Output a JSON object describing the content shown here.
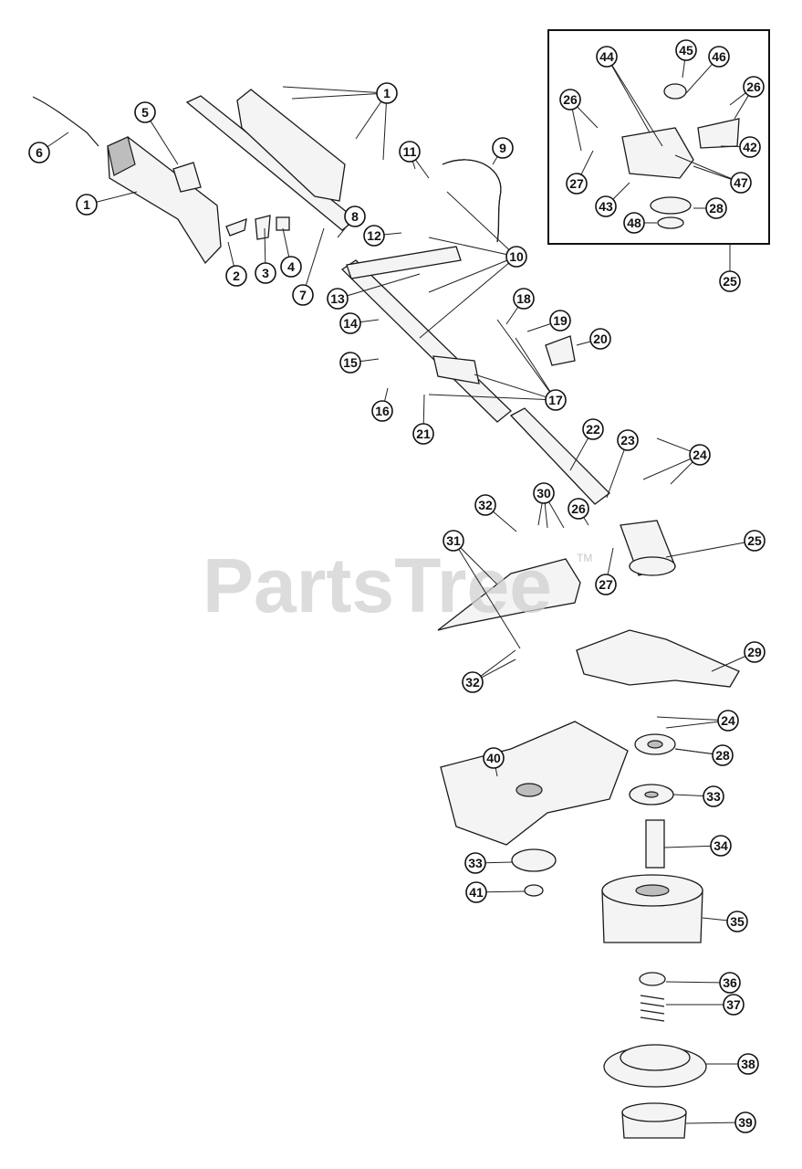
{
  "watermark": {
    "text": "PartsTree",
    "tm": "TM"
  },
  "callouts": [
    {
      "id": "c1a",
      "label": "1"
    },
    {
      "id": "c1b",
      "label": "1"
    },
    {
      "id": "c2",
      "label": "2"
    },
    {
      "id": "c3",
      "label": "3"
    },
    {
      "id": "c4",
      "label": "4"
    },
    {
      "id": "c5",
      "label": "5"
    },
    {
      "id": "c6",
      "label": "6"
    },
    {
      "id": "c7",
      "label": "7"
    },
    {
      "id": "c8",
      "label": "8"
    },
    {
      "id": "c9",
      "label": "9"
    },
    {
      "id": "c10",
      "label": "10"
    },
    {
      "id": "c11",
      "label": "11"
    },
    {
      "id": "c12",
      "label": "12"
    },
    {
      "id": "c13",
      "label": "13"
    },
    {
      "id": "c14",
      "label": "14"
    },
    {
      "id": "c15",
      "label": "15"
    },
    {
      "id": "c16",
      "label": "16"
    },
    {
      "id": "c17",
      "label": "17"
    },
    {
      "id": "c18",
      "label": "18"
    },
    {
      "id": "c19",
      "label": "19"
    },
    {
      "id": "c20",
      "label": "20"
    },
    {
      "id": "c21",
      "label": "21"
    },
    {
      "id": "c22",
      "label": "22"
    },
    {
      "id": "c23",
      "label": "23"
    },
    {
      "id": "c24a",
      "label": "24"
    },
    {
      "id": "c24b",
      "label": "24"
    },
    {
      "id": "c25a",
      "label": "25"
    },
    {
      "id": "c25b",
      "label": "25"
    },
    {
      "id": "c26a",
      "label": "26"
    },
    {
      "id": "c26b",
      "label": "26"
    },
    {
      "id": "c26c",
      "label": "26"
    },
    {
      "id": "c27a",
      "label": "27"
    },
    {
      "id": "c27b",
      "label": "27"
    },
    {
      "id": "c28a",
      "label": "28"
    },
    {
      "id": "c28b",
      "label": "28"
    },
    {
      "id": "c29",
      "label": "29"
    },
    {
      "id": "c30",
      "label": "30"
    },
    {
      "id": "c31",
      "label": "31"
    },
    {
      "id": "c32a",
      "label": "32"
    },
    {
      "id": "c32b",
      "label": "32"
    },
    {
      "id": "c33a",
      "label": "33"
    },
    {
      "id": "c33b",
      "label": "33"
    },
    {
      "id": "c34",
      "label": "34"
    },
    {
      "id": "c35",
      "label": "35"
    },
    {
      "id": "c36",
      "label": "36"
    },
    {
      "id": "c37",
      "label": "37"
    },
    {
      "id": "c38",
      "label": "38"
    },
    {
      "id": "c39",
      "label": "39"
    },
    {
      "id": "c40",
      "label": "40"
    },
    {
      "id": "c41",
      "label": "41"
    },
    {
      "id": "c42",
      "label": "42"
    },
    {
      "id": "c43",
      "label": "43"
    },
    {
      "id": "c44",
      "label": "44"
    },
    {
      "id": "c45",
      "label": "45"
    },
    {
      "id": "c46",
      "label": "46"
    },
    {
      "id": "c47",
      "label": "47"
    },
    {
      "id": "c48",
      "label": "48"
    }
  ]
}
